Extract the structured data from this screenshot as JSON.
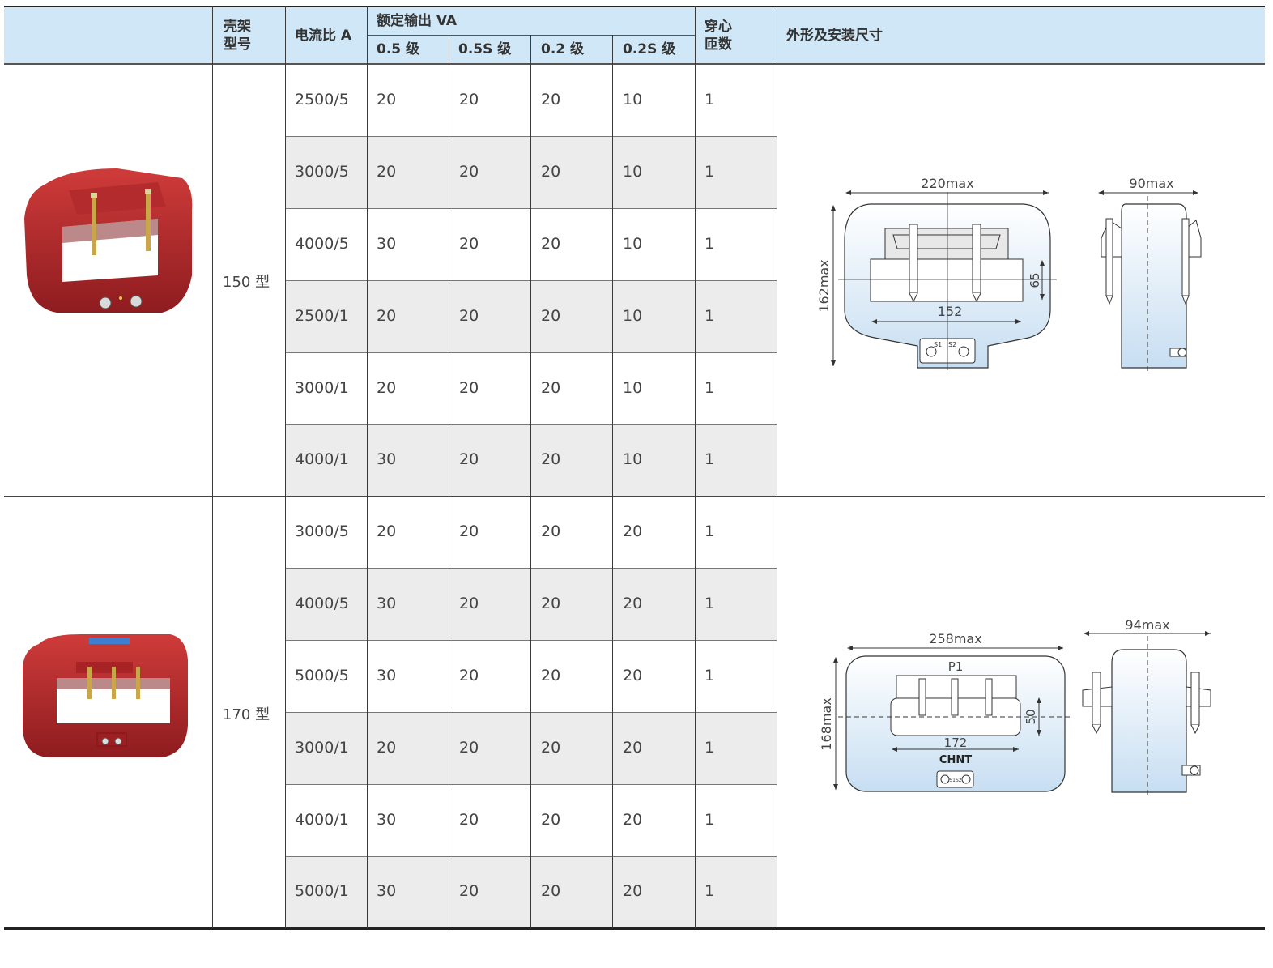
{
  "header": {
    "shell_model_line1": "壳架",
    "shell_model_line2": "型号",
    "current_ratio": "电流比 A",
    "rated_output": "额定输出 VA",
    "class_05": "0.5 级",
    "class_05s": "0.5S 级",
    "class_02": "0.2 级",
    "class_02s": "0.2S 级",
    "turns_line1": "穿心",
    "turns_line2": "匝数",
    "dimensions": "外形及安装尺寸"
  },
  "groups": [
    {
      "shell": "150 型",
      "rows": [
        {
          "ratio": "2500/5",
          "c05": "20",
          "c05s": "20",
          "c02": "20",
          "c02s": "10",
          "turns": "1"
        },
        {
          "ratio": "3000/5",
          "c05": "20",
          "c05s": "20",
          "c02": "20",
          "c02s": "10",
          "turns": "1"
        },
        {
          "ratio": "4000/5",
          "c05": "30",
          "c05s": "20",
          "c02": "20",
          "c02s": "10",
          "turns": "1"
        },
        {
          "ratio": "2500/1",
          "c05": "20",
          "c05s": "20",
          "c02": "20",
          "c02s": "10",
          "turns": "1"
        },
        {
          "ratio": "3000/1",
          "c05": "20",
          "c05s": "20",
          "c02": "20",
          "c02s": "10",
          "turns": "1"
        },
        {
          "ratio": "4000/1",
          "c05": "30",
          "c05s": "20",
          "c02": "20",
          "c02s": "10",
          "turns": "1"
        }
      ],
      "drawing": {
        "width": "220max",
        "depth": "90max",
        "height": "162max",
        "window_w": "152",
        "window_h": "65",
        "s1": "S1",
        "s2": "S2"
      }
    },
    {
      "shell": "170 型",
      "rows": [
        {
          "ratio": "3000/5",
          "c05": "20",
          "c05s": "20",
          "c02": "20",
          "c02s": "20",
          "turns": "1"
        },
        {
          "ratio": "4000/5",
          "c05": "30",
          "c05s": "20",
          "c02": "20",
          "c02s": "20",
          "turns": "1"
        },
        {
          "ratio": "5000/5",
          "c05": "30",
          "c05s": "20",
          "c02": "20",
          "c02s": "20",
          "turns": "1"
        },
        {
          "ratio": "3000/1",
          "c05": "20",
          "c05s": "20",
          "c02": "20",
          "c02s": "20",
          "turns": "1"
        },
        {
          "ratio": "4000/1",
          "c05": "30",
          "c05s": "20",
          "c02": "20",
          "c02s": "20",
          "turns": "1"
        },
        {
          "ratio": "5000/1",
          "c05": "30",
          "c05s": "20",
          "c02": "20",
          "c02s": "20",
          "turns": "1"
        }
      ],
      "drawing": {
        "width": "258max",
        "depth": "94max",
        "height": "168max",
        "window_w": "172",
        "window_h": "50",
        "p1": "P1",
        "brand": "CHNT",
        "s1s2": "S1S2"
      }
    }
  ],
  "colors": {
    "header_bg": "#cfe7f6",
    "stripe": "#ececec",
    "product_red": "#b8282a",
    "drawing_fill": "#dcebf7"
  }
}
